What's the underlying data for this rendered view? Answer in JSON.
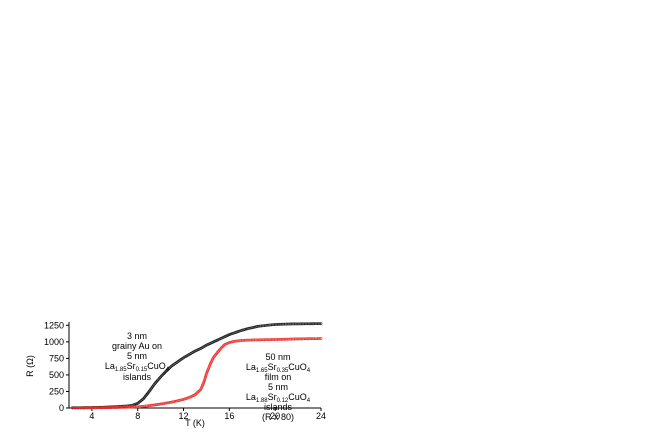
{
  "chart_data": {
    "type": "scatter",
    "xlabel": "T (K)",
    "ylabel": "R (Ω)",
    "xlim": [
      2,
      24
    ],
    "ylim": [
      0,
      1300
    ],
    "xticks": [
      4,
      8,
      12,
      16,
      20,
      24
    ],
    "yticks": [
      0,
      250,
      500,
      750,
      1000,
      1250
    ],
    "grid": false,
    "series": [
      {
        "color": "#222222",
        "marker": "open-circle",
        "x": [
          2.3,
          3,
          4,
          5,
          6,
          7,
          7.5,
          8,
          8.5,
          9,
          9.5,
          10,
          10.5,
          11,
          11.5,
          12,
          12.5,
          13,
          13.5,
          14,
          14.5,
          15,
          15.5,
          16,
          16.5,
          17,
          17.5,
          18,
          18.5,
          19,
          19.5,
          20,
          20.5,
          21,
          21.5,
          22,
          22.5,
          23,
          23.5,
          24
        ],
        "y": [
          5,
          6,
          8,
          12,
          20,
          30,
          40,
          70,
          140,
          250,
          370,
          470,
          560,
          640,
          700,
          760,
          810,
          860,
          900,
          950,
          990,
          1030,
          1070,
          1110,
          1140,
          1170,
          1195,
          1215,
          1235,
          1245,
          1255,
          1262,
          1266,
          1269,
          1271,
          1272,
          1273,
          1274,
          1275,
          1275
        ]
      },
      {
        "color": "#ee3333",
        "marker": "open-circle",
        "x": [
          2.3,
          3,
          4,
          5,
          6,
          7,
          8,
          9,
          10,
          11,
          11.5,
          12,
          12.5,
          13,
          13.5,
          13.8,
          14,
          14.3,
          14.6,
          15,
          15.3,
          15.6,
          16,
          16.5,
          17,
          17.5,
          18,
          18.5,
          19,
          19.5,
          20,
          21,
          22,
          23,
          24
        ],
        "y": [
          0,
          0,
          2,
          5,
          8,
          12,
          18,
          35,
          60,
          90,
          110,
          130,
          160,
          200,
          280,
          400,
          520,
          650,
          760,
          850,
          910,
          960,
          990,
          1010,
          1020,
          1025,
          1028,
          1030,
          1032,
          1034,
          1035,
          1040,
          1045,
          1048,
          1050
        ]
      }
    ],
    "annotations": {
      "gold": {
        "l1": "3 nm",
        "l2": "grainy Au on",
        "l3": "5 nm",
        "l4_main": "La",
        "l4_s1": "1.85",
        "l4_mid": "Sr",
        "l4_s2": "0.15",
        "l4_tail": "CuO",
        "l4_s3": "4",
        "l5": "islands"
      },
      "film": {
        "l1": "50 nm",
        "l2_main": "La",
        "l2_s1": "1.65",
        "l2_mid": "Sr",
        "l2_s2": "0.35",
        "l2_tail": "CuO",
        "l2_s3": "4",
        "l3": "film on",
        "l4": "5 nm",
        "l5_main": "La",
        "l5_s1": "1.88",
        "l5_mid": "Sr",
        "l5_s2": "0.12",
        "l5_tail": "CuO",
        "l5_s3": "4",
        "l6": "islands",
        "l7": "(R x 80)"
      }
    }
  }
}
